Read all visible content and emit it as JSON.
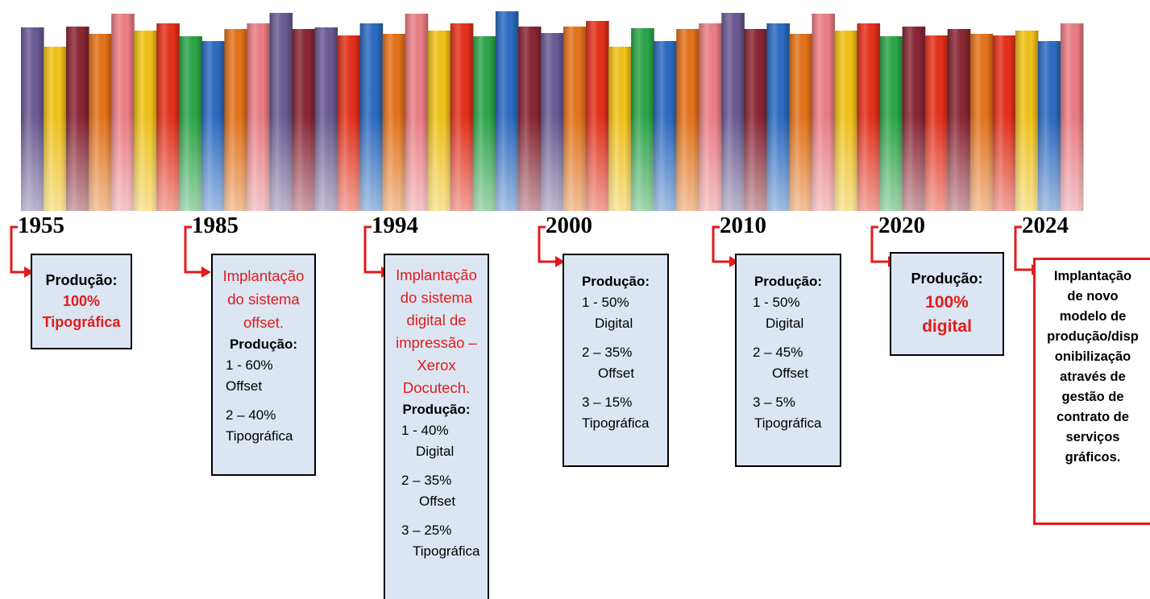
{
  "banner": {
    "colors": [
      "#6b5b95",
      "#f5c518",
      "#8b2635",
      "#e8741a",
      "#ef7f86",
      "#f5c518",
      "#e8311a",
      "#2ba84a",
      "#2b6cc4",
      "#e8741a",
      "#ef7f86",
      "#6b5b95",
      "#8b2635",
      "#6b5b95",
      "#e8311a",
      "#2b6cc4",
      "#e8741a",
      "#ef7f86",
      "#f5c518",
      "#e8311a",
      "#2ba84a",
      "#2b6cc4",
      "#8b2635",
      "#6b5b95",
      "#e8741a",
      "#e8311a",
      "#f5c518",
      "#2ba84a",
      "#2b6cc4",
      "#e8741a",
      "#ef7f86",
      "#6b5b95",
      "#8b2635",
      "#2b6cc4",
      "#e8741a",
      "#ef7f86",
      "#f5c518",
      "#e8311a",
      "#2ba84a",
      "#8b2635",
      "#e8311a",
      "#8b2635",
      "#e8741a",
      "#e8311a",
      "#f5c518",
      "#2b6cc4",
      "#ef7f86"
    ]
  },
  "colors": {
    "accent_red": "#e31b1b",
    "box_fill": "#dce6f2"
  },
  "timeline": [
    {
      "year": "1955",
      "lines": [
        {
          "t": "Produção:",
          "red": false,
          "bold": true
        },
        {
          "t": "100%",
          "red": true,
          "bold": true
        },
        {
          "t": "Tipográfica",
          "red": true,
          "bold": true
        }
      ]
    },
    {
      "year": "1985",
      "intro": [
        "Implantação",
        "do sistema",
        "offset."
      ],
      "heading": "Produção:",
      "items": [
        [
          "1 - 60%",
          "Offset"
        ],
        [
          "2 – 40%",
          "Tipográfica"
        ]
      ]
    },
    {
      "year": "1994",
      "intro": [
        "Implantação",
        "do sistema",
        "digital de",
        "impressão –",
        "Xerox",
        "Docutech."
      ],
      "heading": "Produção:",
      "items": [
        [
          "1 - 40%",
          "Digital"
        ],
        [
          "2 – 35%",
          "Offset"
        ],
        [
          "3 – 25%",
          "Tipográfica"
        ]
      ]
    },
    {
      "year": "2000",
      "heading": "Produção:",
      "items": [
        [
          "1 - 50%",
          "Digital"
        ],
        [
          "2 – 35%",
          "Offset"
        ],
        [
          "3 – 15%",
          "Tipográfica"
        ]
      ]
    },
    {
      "year": "2010",
      "heading": "Produção:",
      "items": [
        [
          "1 - 50%",
          "Digital"
        ],
        [
          "2 – 45%",
          "Offset"
        ],
        [
          "3 – 5%",
          "Tipográfica"
        ]
      ]
    },
    {
      "year": "2020",
      "lines": [
        {
          "t": "Produção:",
          "red": false,
          "bold": true
        },
        {
          "t": "100%",
          "red": true,
          "bold": true
        },
        {
          "t": "digital",
          "red": true,
          "bold": true
        }
      ]
    },
    {
      "year": "2024",
      "final_lines": [
        "Implantação",
        "de novo",
        "modelo de",
        "produção/disp",
        "onibilização",
        "através de",
        "gestão de",
        "contrato de",
        "serviços",
        "gráficos."
      ]
    }
  ]
}
